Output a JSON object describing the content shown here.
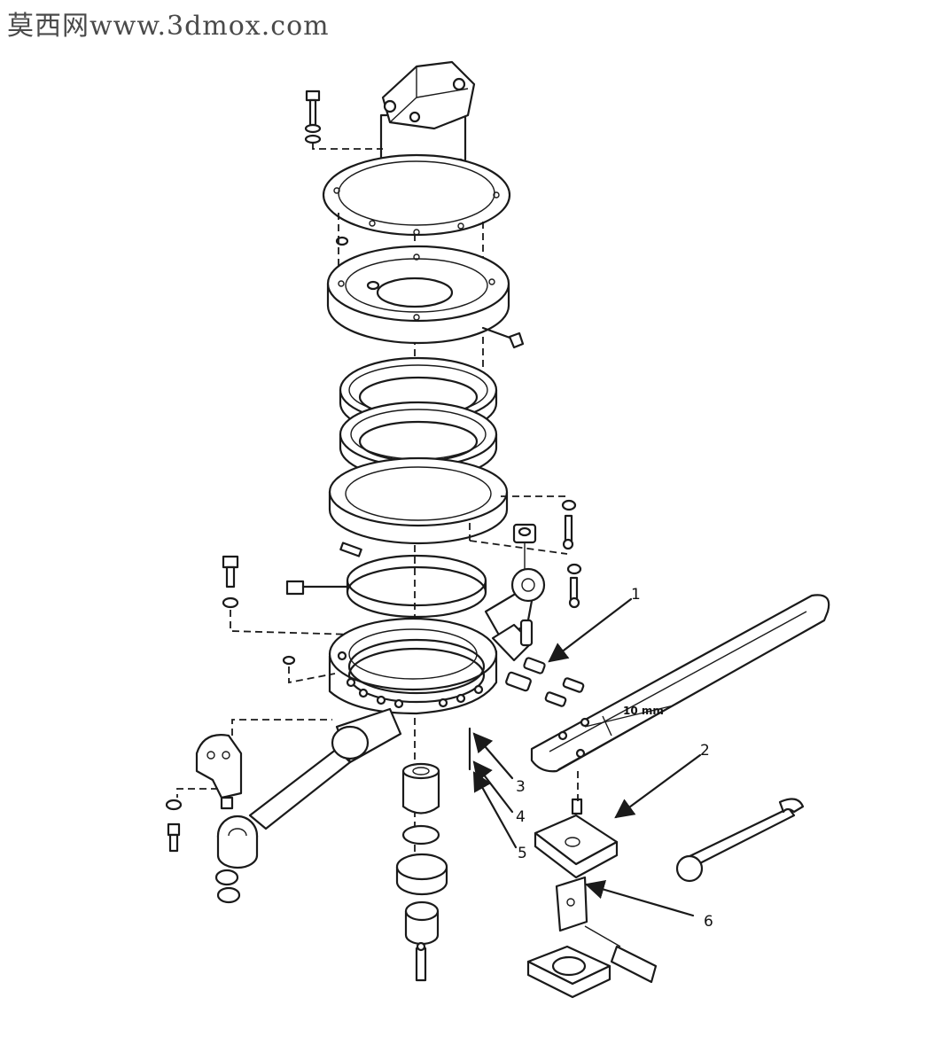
{
  "watermark": "莫西网www.3dmox.com",
  "callouts": {
    "c1": "1",
    "c2": "2",
    "c3": "3",
    "c4": "4",
    "c5": "5",
    "c6": "6"
  },
  "dimension_label": "10 mm",
  "colors": {
    "line": "#1a1a1a",
    "background": "#ffffff",
    "watermark": "#4a4a4a"
  }
}
